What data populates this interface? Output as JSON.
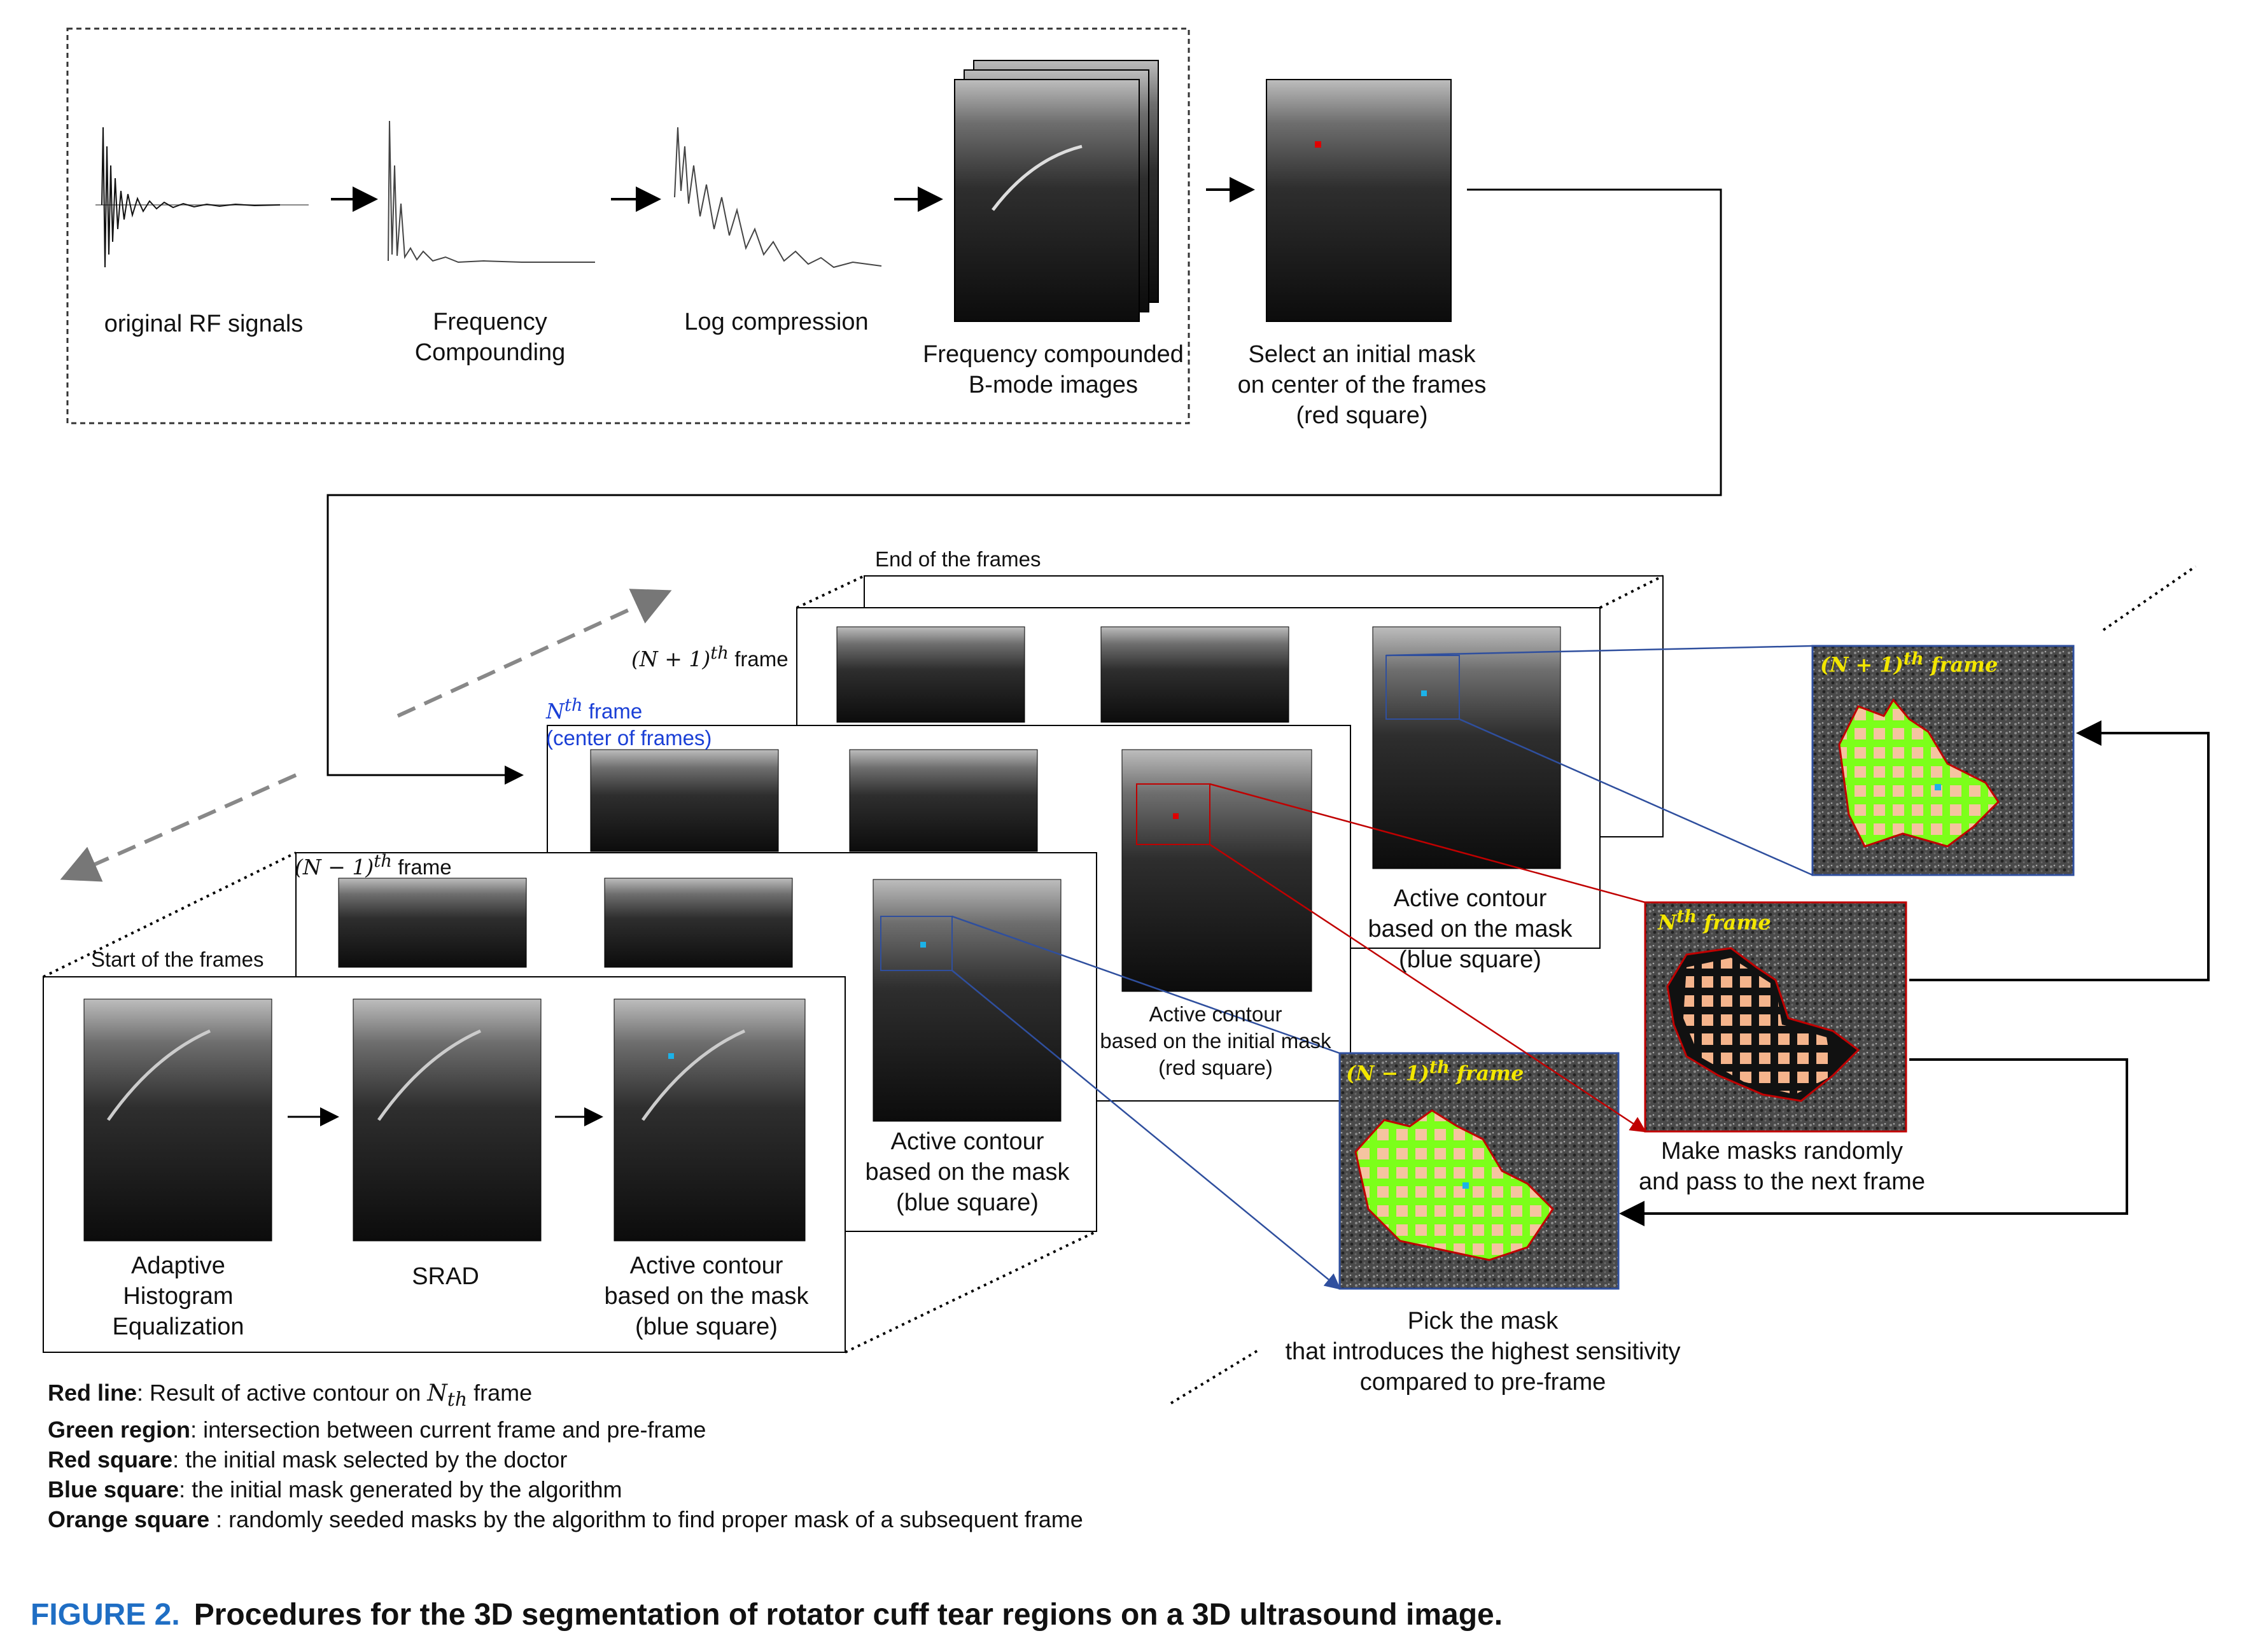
{
  "pipeline": {
    "rf_label": "original RF signals",
    "freq_label": "Frequency\nCompounding",
    "log_label": "Log compression",
    "bmode_label": "Frequency compounded\nB-mode images",
    "select_label": "Select an initial mask\non center of the frames\n(red square)"
  },
  "stack": {
    "end_label": "End of the frames",
    "start_label": "Start of the frames",
    "n_plus_1_label": "(N + 1)th frame",
    "n_plus_1_sup": "th",
    "n_plus_1_math": "(N + 1)",
    "n_plus_1_word": "frame",
    "nth_label": "Nth frame",
    "nth_math": "N",
    "nth_sup": "th",
    "nth_word": "frame",
    "nth_center": "(center of frames)",
    "n_minus_1_math": "(N − 1)",
    "n_minus_1_sup": "th",
    "n_minus_1_word": "frame"
  },
  "steps": {
    "ahe": "Adaptive\nHistogram\nEqualization",
    "srad": "SRAD",
    "ac_blue": "Active contour\nbased on the mask\n(blue square)",
    "ac_blue_mid": "Active contour\nbased on the mask\n(blue square)",
    "ac_red": "Active contour\nbased on the initial mask\n(red square)",
    "ac_blue_top": "Active contour\nbased on the mask\n(blue square)"
  },
  "zoom": {
    "n_plus_1_title_math": "(N + 1)",
    "n_plus_1_title_sup": "th",
    "n_plus_1_title_word": "frame",
    "nth_title_math": "N",
    "nth_title_sup": "th",
    "nth_title_word": "frame",
    "n_minus_1_title_math": "(N − 1)",
    "n_minus_1_title_sup": "th",
    "n_minus_1_title_word": "frame",
    "make_masks": "Make masks randomly\nand pass to the next frame",
    "pick_mask": "Pick the mask\nthat introduces the highest sensitivity\ncompared to pre-frame"
  },
  "legend": [
    {
      "key": "Red line",
      "text": ": Result of active contour on ",
      "math": "N",
      "sub": "th",
      "tail": " frame"
    },
    {
      "key": "Green region",
      "text": ": intersection between current frame and pre-frame"
    },
    {
      "key": "Red square",
      "text": ": the initial mask selected by the doctor"
    },
    {
      "key": "Blue square",
      "text": ": the initial mask generated by the algorithm"
    },
    {
      "key": "Orange square",
      "text": " : randomly seeded masks by the algorithm to find proper mask of a subsequent frame"
    }
  ],
  "caption": {
    "figure": "FIGURE 2.",
    "text": "Procedures for the 3D segmentation of rotator cuff tear regions on a 3D ultrasound image."
  },
  "colors": {
    "red": "#c00000",
    "blue": "#2f4f9e",
    "green": "#7cff1a",
    "orange": "#f5b48c",
    "caption_blue": "#1f6ec4",
    "zoom_title": "#f2e600"
  }
}
